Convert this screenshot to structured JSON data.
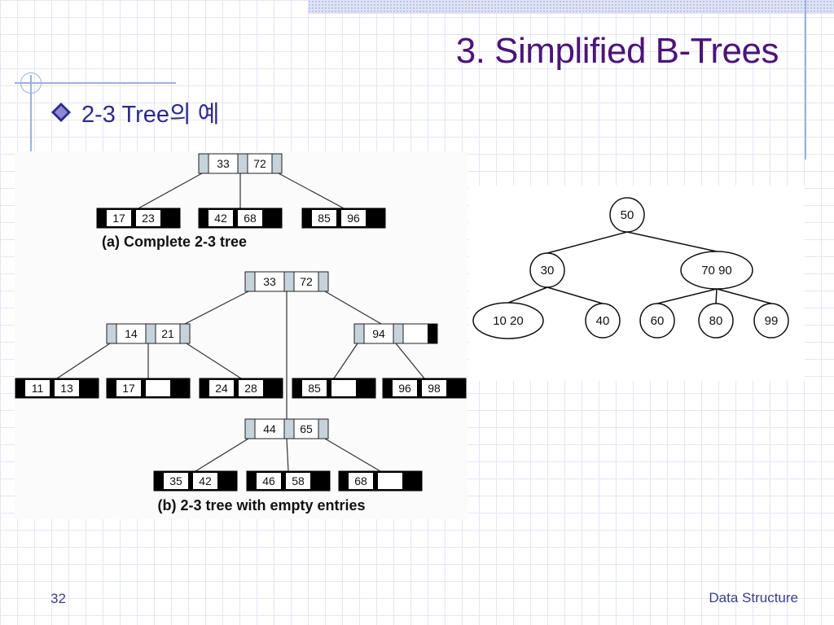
{
  "slide": {
    "title": "3. Simplified B-Trees",
    "bullet": "2-3 Tree의 예",
    "page_number": "32",
    "footer_label": "Data Structure"
  },
  "icons": {
    "bullet": "diamond-bullet-icon"
  },
  "colors": {
    "title": "#4b1478",
    "bullet_text": "#2e2a8a",
    "footer": "#3b3b8a",
    "grid": "#e3e6f6",
    "accent_line": "#9fb0de",
    "node_fill": "#c6d3db"
  },
  "figure_left": {
    "caption_a": "(a) Complete 2-3 tree",
    "caption_b": "(b) 2-3 tree with empty entries",
    "tree_a": {
      "root": [
        "33",
        "72"
      ],
      "leaves": [
        [
          "17",
          "23"
        ],
        [
          "42",
          "68"
        ],
        [
          "85",
          "96"
        ]
      ]
    },
    "tree_b": {
      "root": [
        "33",
        "72"
      ],
      "level2": [
        [
          "14",
          "21"
        ],
        [
          "94",
          ""
        ]
      ],
      "level3": [
        [
          "11",
          "13"
        ],
        [
          "17",
          ""
        ],
        [
          "24",
          "28"
        ],
        [
          "85",
          ""
        ],
        [
          "96",
          "98"
        ]
      ],
      "middle_node": [
        "44",
        "65"
      ],
      "middle_leaves": [
        [
          "35",
          "42"
        ],
        [
          "46",
          "58"
        ],
        [
          "68",
          ""
        ]
      ]
    }
  },
  "figure_right": {
    "nodes": [
      "50",
      "30",
      "70 90",
      "10 20",
      "40",
      "60",
      "80",
      "99"
    ]
  }
}
